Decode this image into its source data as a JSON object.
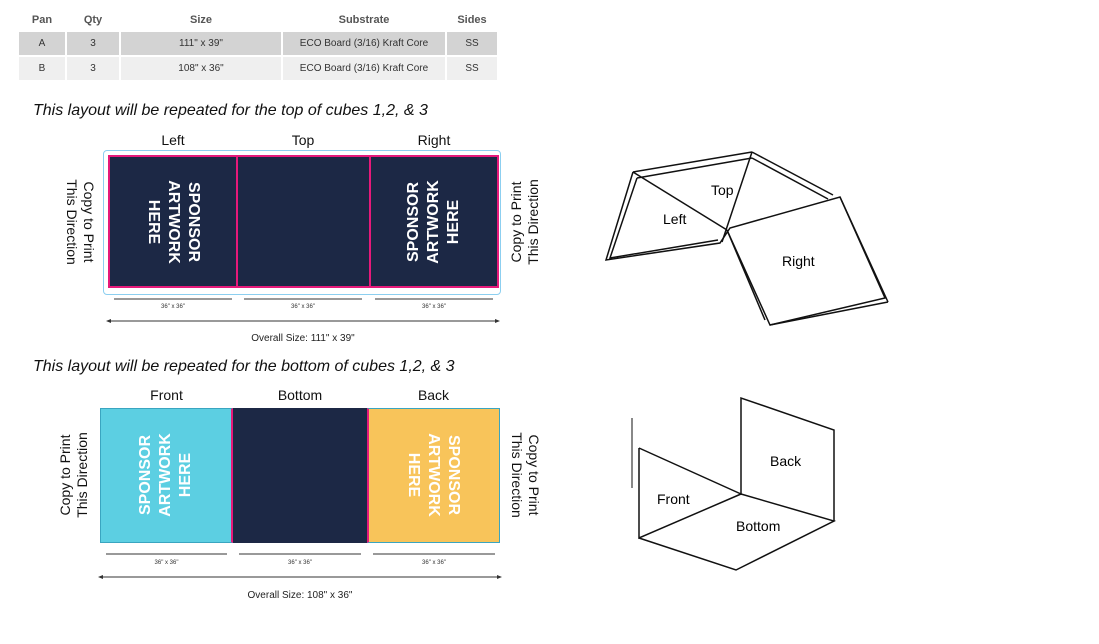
{
  "table": {
    "headers": [
      "Pan",
      "Qty",
      "Size",
      "Substrate",
      "Sides"
    ],
    "rows": [
      [
        "A",
        "3",
        "111\" x 39\"",
        "ECO Board (3/16) Kraft Core",
        "SS"
      ],
      [
        "B",
        "3",
        "108\" x 36\"",
        "ECO Board (3/16) Kraft Core",
        "SS"
      ]
    ]
  },
  "top": {
    "caption": "This layout will be repeated for the top of cubes 1,2, & 3",
    "labels": [
      "Left",
      "Top",
      "Right"
    ],
    "sponsor": [
      "SPONSOR",
      "ARTWORK",
      "HERE"
    ],
    "direction": [
      "Copy to Print",
      "This Direction"
    ],
    "panel_dims": [
      "36\" x 36\"",
      "36\" x 36\"",
      "36\" x 36\""
    ],
    "overall": "Overall Size: 111\" x 39\"",
    "diagram": [
      "Top",
      "Left",
      "Right"
    ]
  },
  "bottom": {
    "caption": "This layout will be repeated for the bottom of cubes 1,2, & 3",
    "labels": [
      "Front",
      "Bottom",
      "Back"
    ],
    "sponsor": [
      "SPONSOR",
      "ARTWORK",
      "HERE"
    ],
    "direction": [
      "Copy to Print",
      "This Direction"
    ],
    "panel_dims": [
      "36\" x 36\"",
      "36\" x 36\"",
      "36\" x 36\""
    ],
    "overall": "Overall Size: 108\" x 36\"",
    "diagram": [
      "Back",
      "Front",
      "Bottom"
    ]
  },
  "colors": {
    "navy": "#1c2845",
    "magenta": "#e6197a",
    "cyan": "#5ccfe2",
    "yellow": "#f8c45a",
    "bleed": "#8ccff0"
  }
}
